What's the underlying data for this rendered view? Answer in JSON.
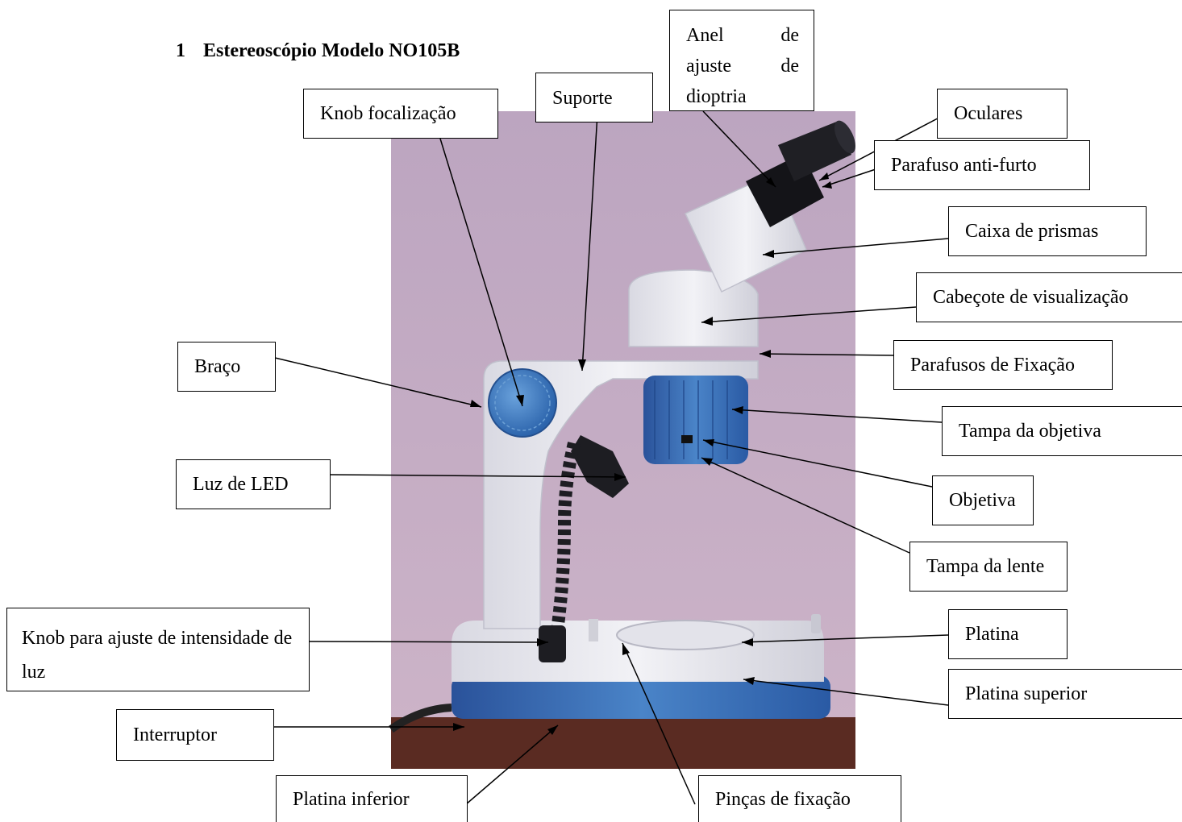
{
  "heading": {
    "number": "1",
    "title": "Estereoscópio Modelo NO105B"
  },
  "colors": {
    "wall": "#c5abc3",
    "body_white": "#e9e9ee",
    "body_blue": "#2f5fa8",
    "knob_blue": "#3f7cc2",
    "table": "#5b2a22",
    "line": "#000000"
  },
  "labels": {
    "anel_line1_left": "Anel",
    "anel_line1_right": "de",
    "anel_line2_left": "ajuste",
    "anel_line2_right": "de",
    "anel_line3": "dioptria",
    "suporte": "Suporte",
    "knob_focalizacao": "Knob focalização",
    "oculares": "Oculares",
    "parafuso_anti_furto": "Parafuso anti-furto",
    "caixa_prismas": "Caixa de prismas",
    "cabecote": "Cabeçote de visualização",
    "braco": "Braço",
    "parafusos_fixacao": "Parafusos de Fixação",
    "tampa_objetiva": "Tampa da objetiva",
    "luz_led": "Luz de LED",
    "objetiva": "Objetiva",
    "tampa_lente": "Tampa da lente",
    "knob_intensidade": "Knob para ajuste de intensidade de luz",
    "platina": "Platina",
    "platina_superior": "Platina superior",
    "interruptor": "Interruptor",
    "platina_inferior": "Platina inferior",
    "pincas_fixacao": "Pinças de fixação"
  }
}
